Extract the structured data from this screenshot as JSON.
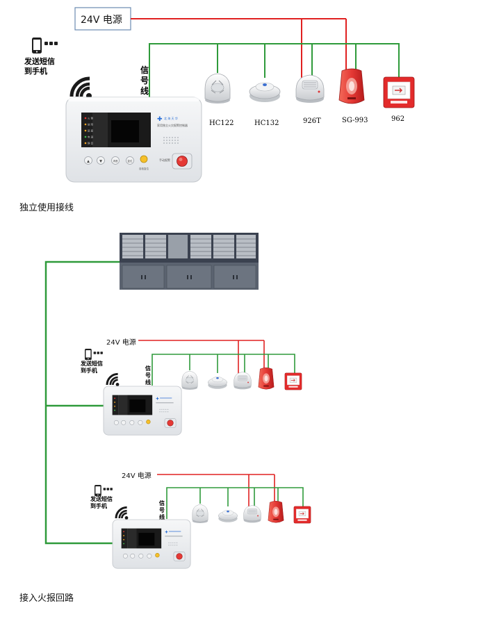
{
  "top": {
    "power_label": "24V 电源",
    "sms_label_line1": "发送短信",
    "sms_label_line2": "到手机",
    "signal_label": [
      "信",
      "号",
      "线"
    ],
    "panel": {
      "brand_text": "北 海 天 华",
      "device_text": "家用独立火灾报警控制器",
      "indicators": [
        "火 警",
        "故 障",
        "屏 蔽",
        "电 源",
        "静 音"
      ],
      "keys": [
        "▲",
        "▼",
        "消音",
        "复位"
      ],
      "alarm_caption": "手动报警",
      "self_check_caption": "自检复位"
    },
    "devices": [
      {
        "label": "HC122"
      },
      {
        "label": "HC132"
      },
      {
        "label": "926T"
      },
      {
        "label": "SG-993"
      },
      {
        "label": "962"
      }
    ],
    "caption": "独立使用接线"
  },
  "bottom": {
    "caption": "接入火报回路",
    "units": [
      {
        "power_label": "24V 电源",
        "sms_label_line1": "发送短信",
        "sms_label_line2": "到手机",
        "signal_label": [
          "信",
          "号",
          "线"
        ]
      },
      {
        "power_label": "24V 电源",
        "sms_label_line1": "发送短信",
        "sms_label_line2": "到手机",
        "signal_label": [
          "信",
          "号",
          "线"
        ]
      }
    ]
  },
  "colors": {
    "power_line": "#e02020",
    "signal_line": "#2e9a3a",
    "panel_body": "#eef0f2",
    "screen": "#1a1a1a",
    "alarm_red": "#e53935",
    "cabinet": "#3d4450"
  }
}
